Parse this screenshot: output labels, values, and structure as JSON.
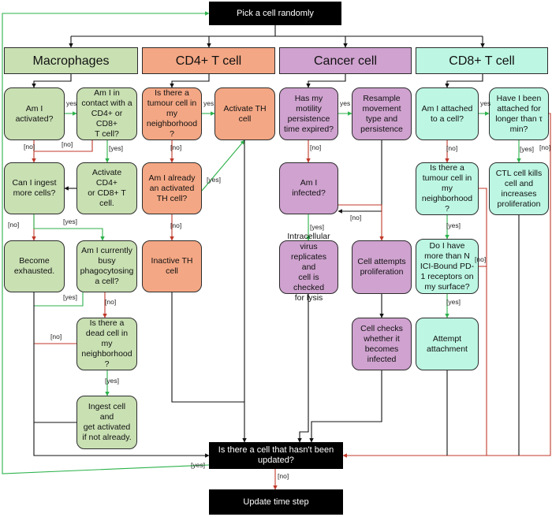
{
  "colors": {
    "macrophage": "#c9e0b3",
    "cd4": "#f4a784",
    "cancer": "#cfa2cf",
    "cd8": "#bdf7e3",
    "terminal": "#000000",
    "yes_arrow": "#2cb24a",
    "no_arrow": "#c0392b",
    "neutral_arrow": "#111111"
  },
  "nodes": {
    "start": "Pick a cell randomly",
    "h_mac": "Macrophages",
    "h_cd4": "CD4+ T cell",
    "h_can": "Cancer cell",
    "h_cd8": "CD8+ T cell",
    "m_activated": "Am I\nactivated?",
    "m_contact": "Am I in\ncontact with a\nCD4+ or CD8+\nT cell?",
    "m_ingest_more": "Can I ingest\nmore cells?",
    "m_activate_cd": "Activate CD4+\nor CD8+ T cell.",
    "m_exhausted": "Become\nexhausted.",
    "m_busy": "Am I currently\nbusy\nphagocytosing\na cell?",
    "m_dead": "Is there a\ndead cell in\nmy\nneighborhood\n?",
    "m_ingest": "Ingest cell and\nget activated\nif not already.",
    "t4_tumour": "Is there a\ntumour cell in\nmy\nneighborhood\n?",
    "t4_activate": "Activate TH\ncell",
    "t4_already": "Am I already\nan activated\nTH cell?",
    "t4_inactive": "Inactive TH\ncell",
    "c_motility": "Has my\nmotility\npersistence\ntime expired?",
    "c_resample": "Resample\nmovement\ntype and\npersistence",
    "c_infected": "Am I infected?",
    "c_virus": "Intracellular\nvirus\nreplicates and\ncell is checked\nfor lysis",
    "c_prolif": "Cell attempts\nproliferation",
    "c_checks": "Cell checks\nwhether it\nbecomes\ninfected",
    "t8_attached": "Am I attached\nto a cell?",
    "t8_longer": "Have I been\nattached for\nlonger than τ\nmin?",
    "t8_tumour": "Is there a\ntumour cell in\nmy\nneighborhood\n?",
    "t8_kills": "CTL cell kills\ncell and\nincreases\nproliferation",
    "t8_receptors": "Do I have\nmore than N\nICI-Bound PD-\n1 receptors on\nmy surface?",
    "t8_attempt": "Attempt\nattachment",
    "updated": "Is there a cell that hasn't been\nupdated?",
    "timestep": "Update time step"
  },
  "labels": {
    "yes": "yes",
    "yes_b": "[yes]",
    "no_b": "[no]"
  }
}
